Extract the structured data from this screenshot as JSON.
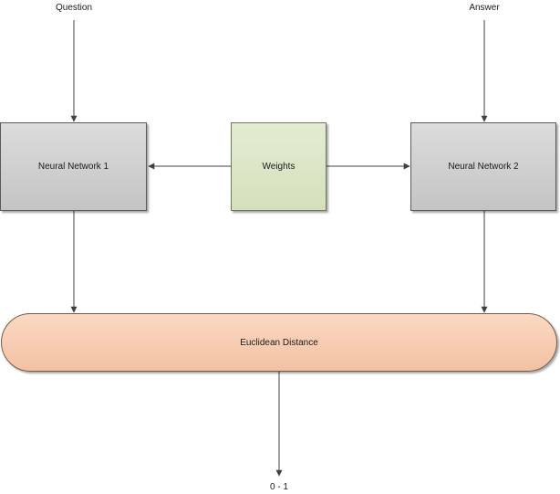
{
  "diagram": {
    "inputs": {
      "question": "Question",
      "answer": "Answer"
    },
    "nodes": {
      "neural_network_1": "Neural Network 1",
      "weights": "Weights",
      "neural_network_2": "Neural Network 2",
      "euclidean_distance": "Euclidean Distance"
    },
    "output": "0 - 1",
    "colors": {
      "network_fill": "#d0d0d0",
      "weights_fill": "#dce6c6",
      "distance_fill": "#f6cdb2",
      "stroke": "#404040"
    }
  }
}
